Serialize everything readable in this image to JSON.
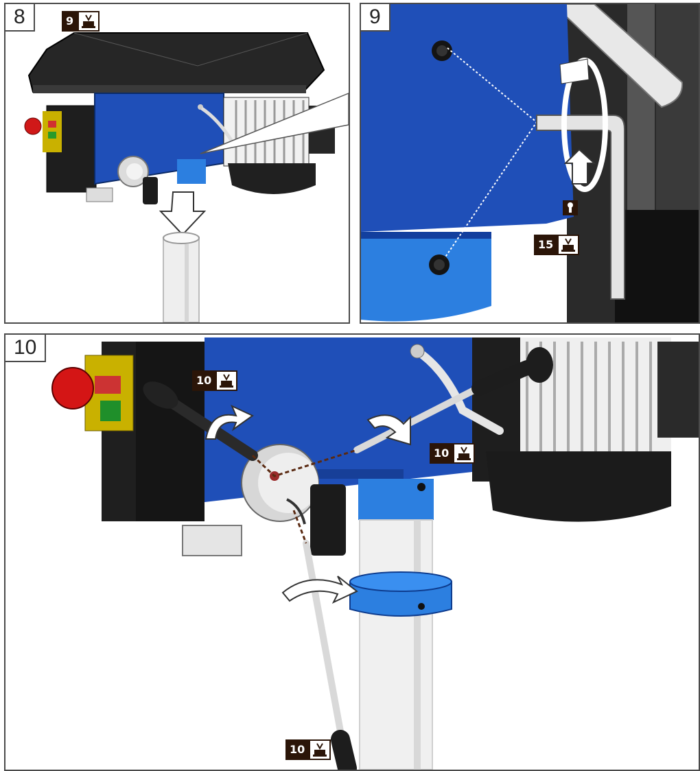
{
  "panels": [
    {
      "number": "8",
      "badge": "9"
    },
    {
      "number": "9",
      "badge": "15",
      "key_label": ""
    },
    {
      "number": "10",
      "badges": [
        "10",
        "10",
        "10"
      ]
    }
  ],
  "colors": {
    "body_blue": "#1f4fb8",
    "dark": "#1c1c1c",
    "outline": "#4a4a4a",
    "badge_bg": "#2b1508"
  },
  "icons": [
    "assembly-tool-icon",
    "key-icon",
    "press-arrow-icon",
    "rotate-arrow-icon"
  ]
}
